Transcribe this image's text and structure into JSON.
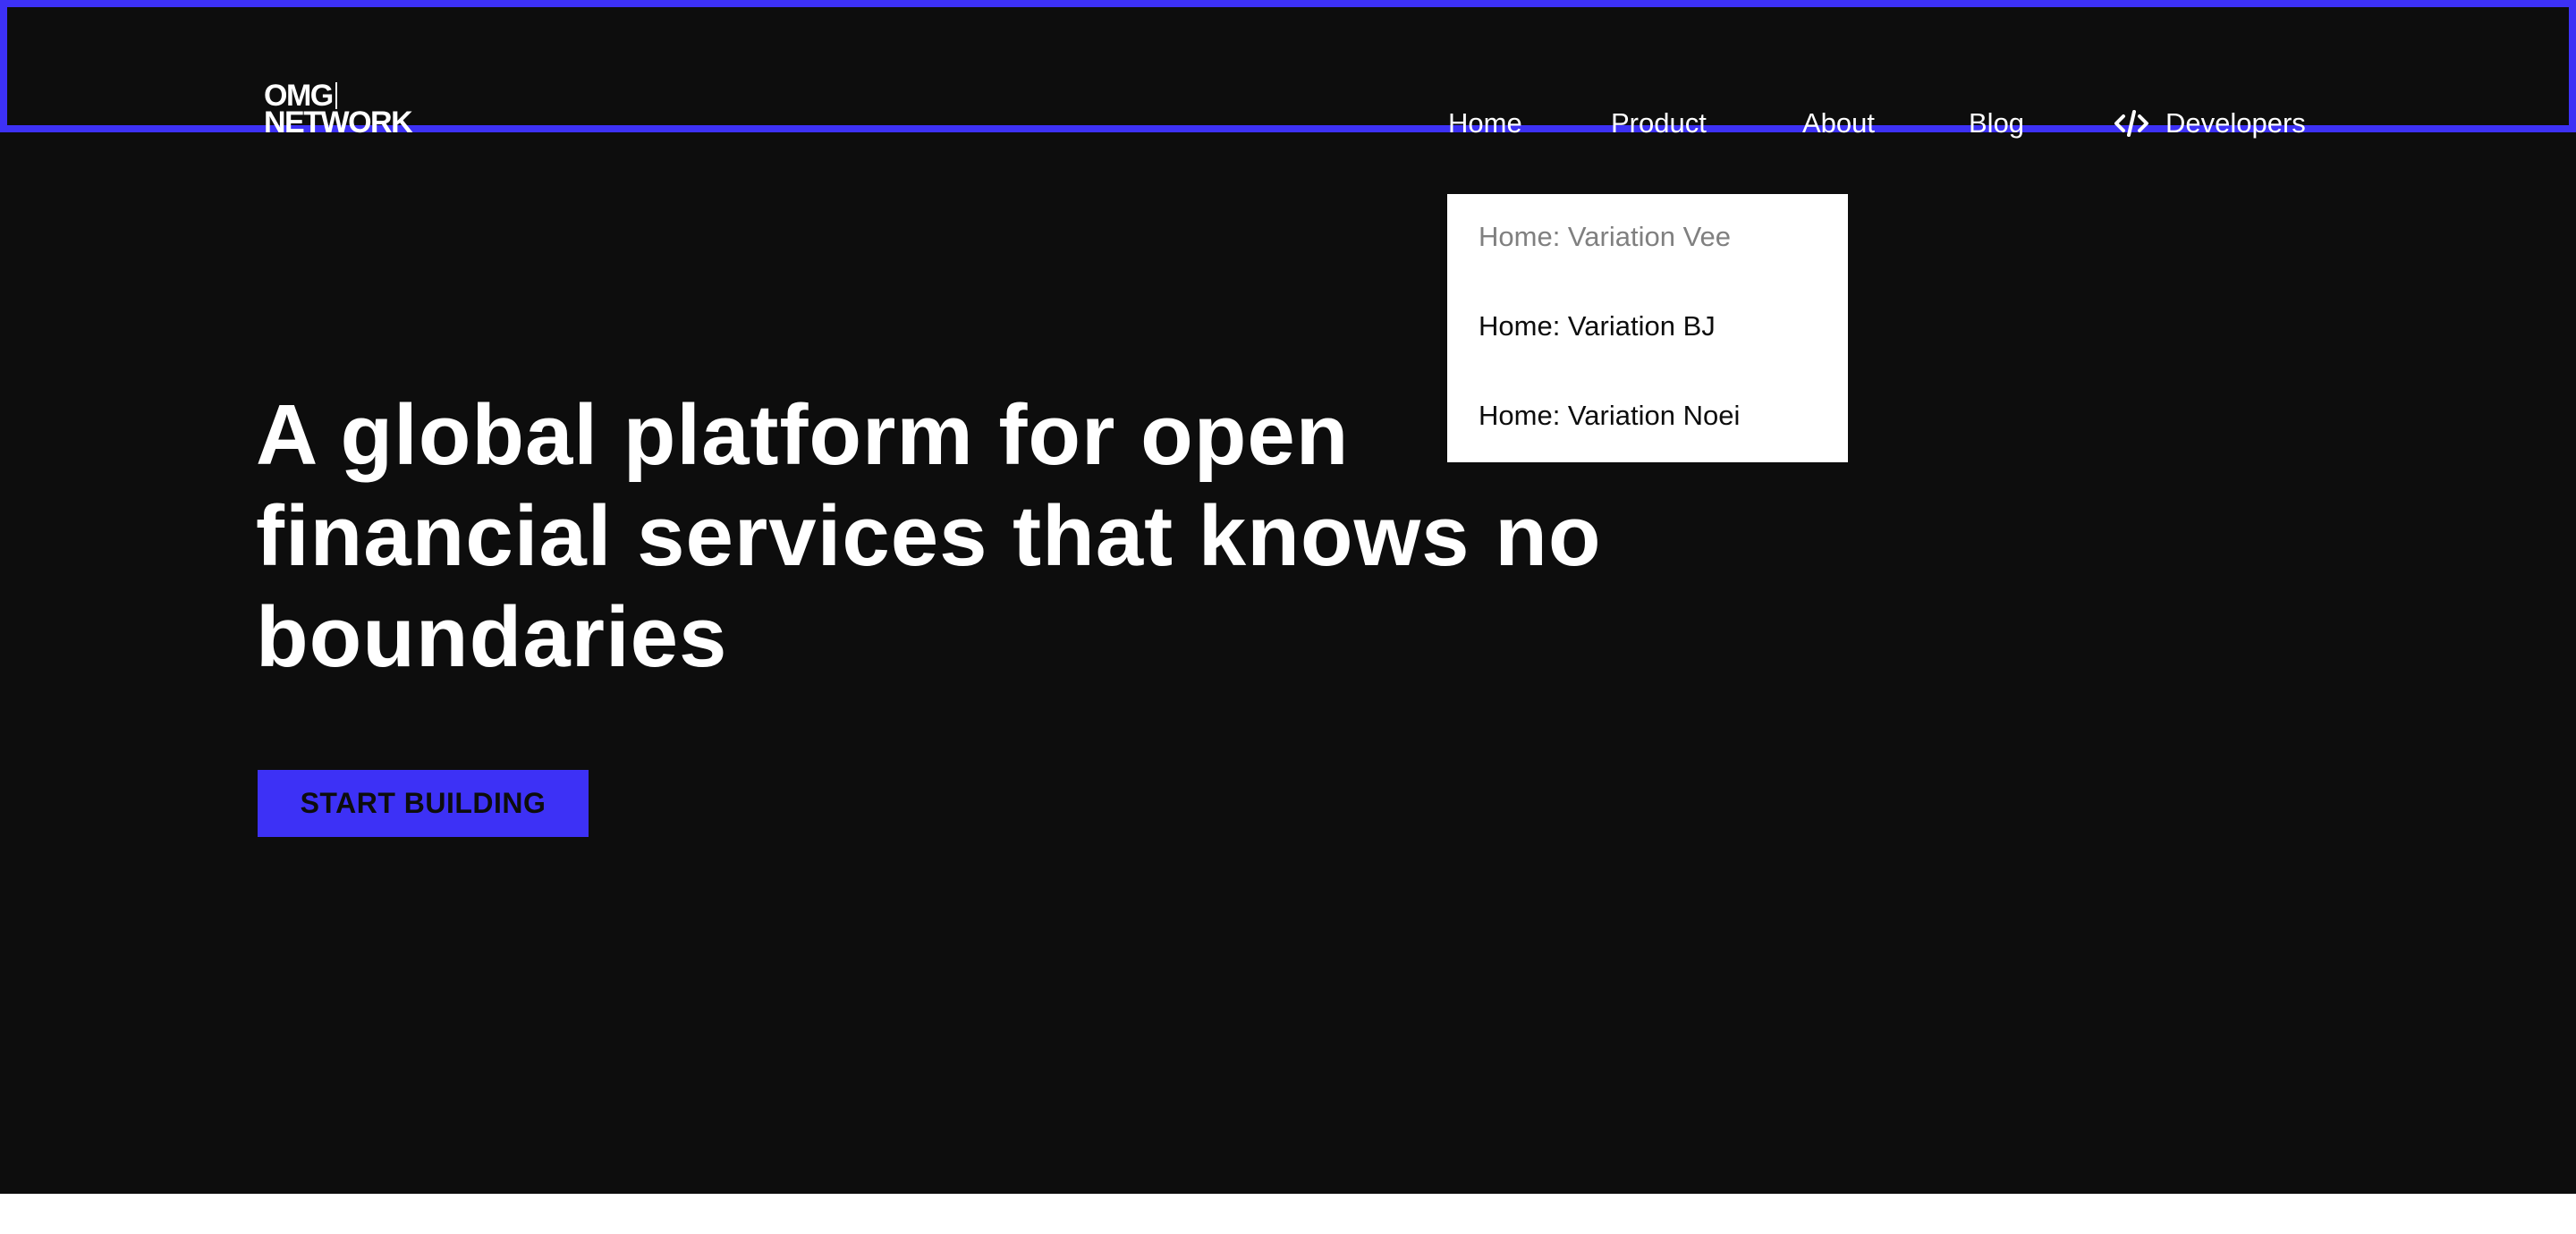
{
  "colors": {
    "background": "#0d0d0d",
    "accent": "#3d31f6",
    "text": "#ffffff",
    "dropdown_background": "#ffffff",
    "dropdown_text": "#0d0d0d",
    "dropdown_current_text": "#808080"
  },
  "header": {
    "logo": {
      "line1": "OMG",
      "line2": "NETWORK"
    },
    "nav": [
      {
        "label": "Home"
      },
      {
        "label": "Product"
      },
      {
        "label": "About"
      },
      {
        "label": "Blog"
      },
      {
        "label": "Developers",
        "icon": "code-icon"
      }
    ],
    "home_dropdown": {
      "items": [
        {
          "label": "Home: Variation Vee",
          "current": true
        },
        {
          "label": "Home: Variation BJ",
          "current": false
        },
        {
          "label": "Home: Variation Noei",
          "current": false
        }
      ]
    }
  },
  "hero": {
    "headline": "A global platform for open financial services that knows no boundaries",
    "cta_label": "START BUILDING"
  }
}
